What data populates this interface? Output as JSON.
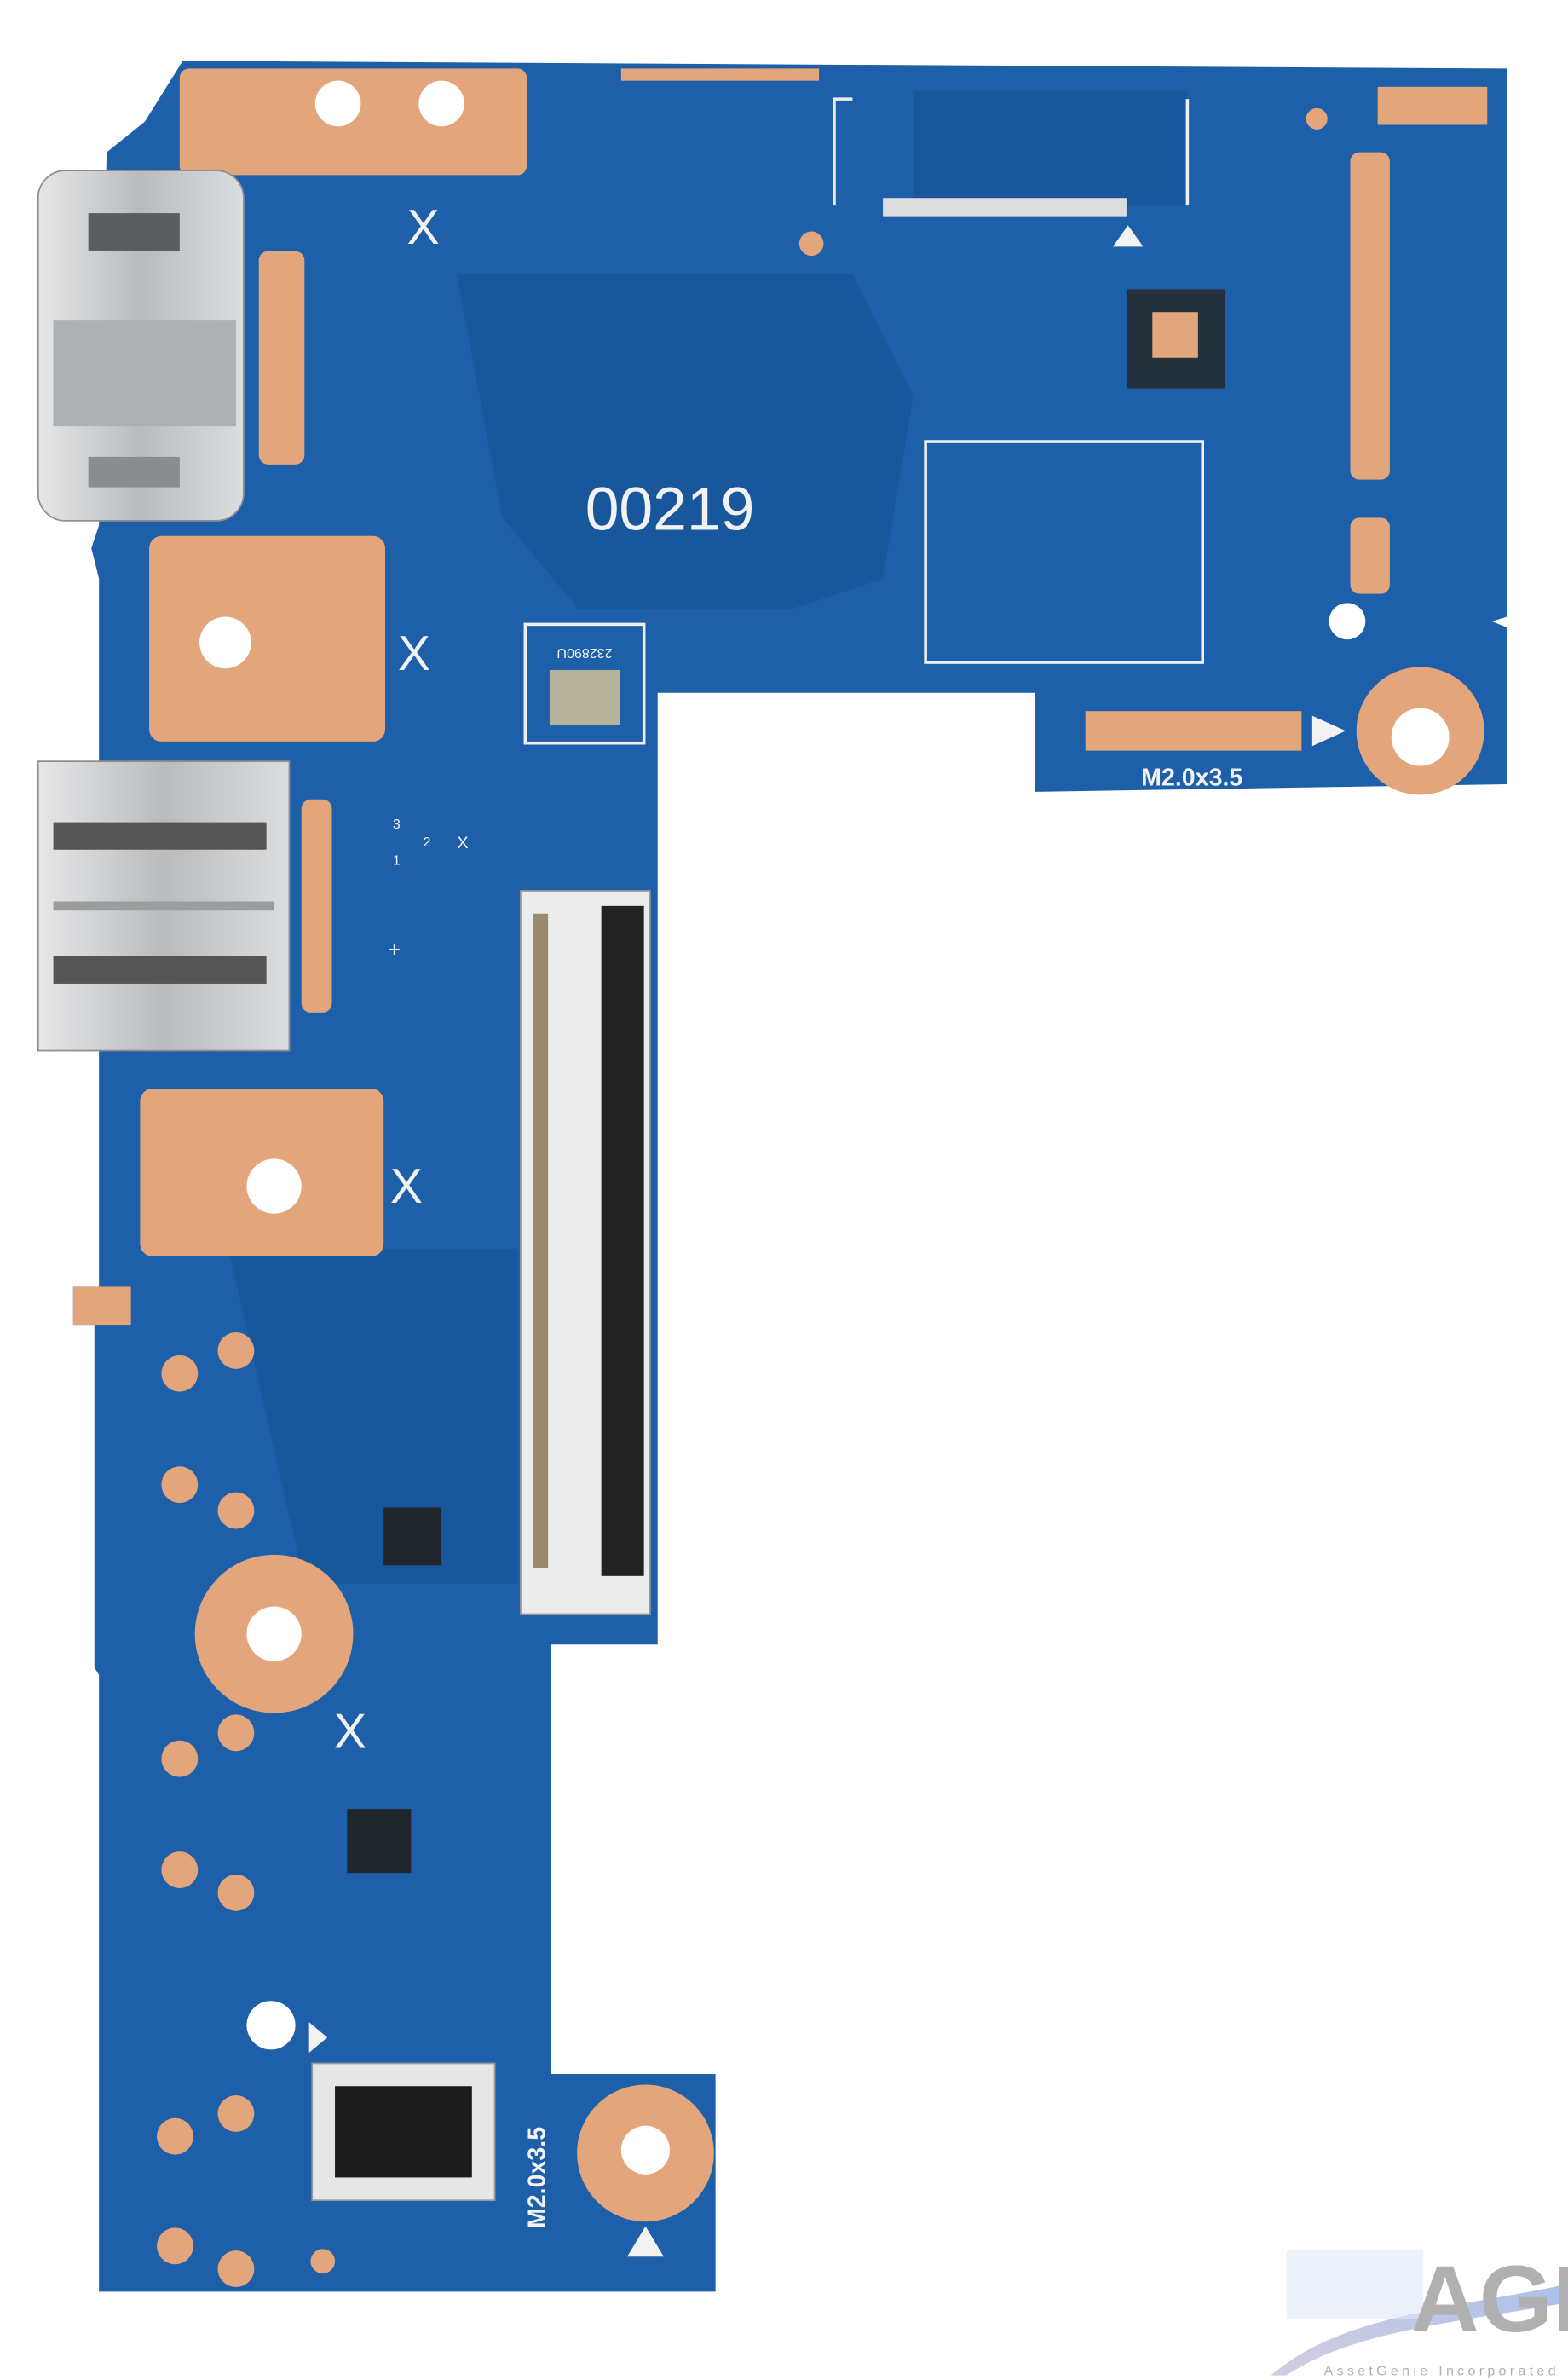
{
  "board": {
    "part_number": "00219",
    "serial_label": "232890U",
    "screw_label_top": "M2.0x3.5",
    "screw_label_bottom": "M2.0x3.5",
    "x_marks": [
      "X",
      "X",
      "X",
      "X",
      "X"
    ],
    "pin_labels": [
      "3",
      "2",
      "1"
    ],
    "polarity_mark": "+",
    "colors": {
      "pcb": "#1d5fa8",
      "pcb_dark": "#174f91",
      "copper": "#e3a57c",
      "metal": "#c9cbcc",
      "connector": "#2a2a2a"
    }
  },
  "watermark": {
    "logo": "AGI",
    "company": "AssetGenie Incorporated"
  }
}
